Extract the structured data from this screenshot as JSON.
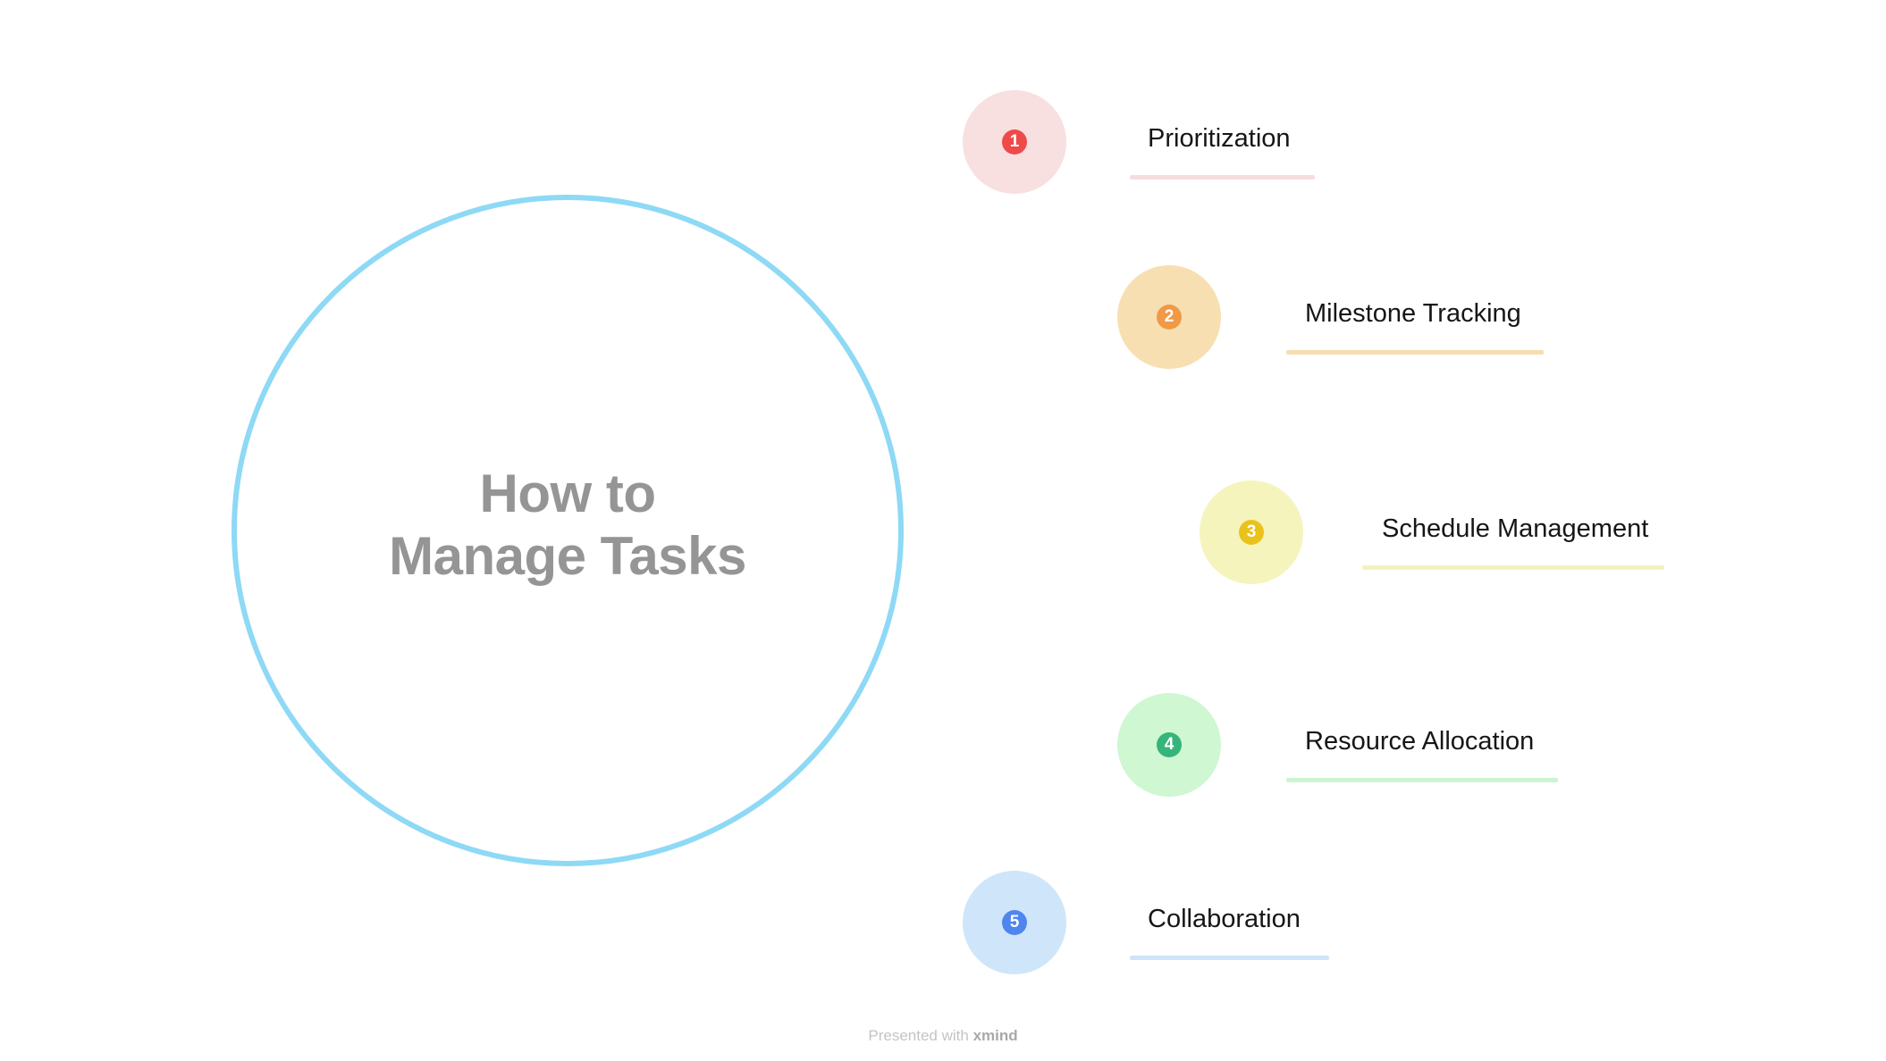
{
  "center": {
    "line1": "How to",
    "line2": "Manage Tasks"
  },
  "topics": [
    {
      "number": "1",
      "label": "Prioritization",
      "bubble_color": "#f8dfe0",
      "badge_color": "#ef4a4a",
      "underline_color": "#f7dcdd"
    },
    {
      "number": "2",
      "label": "Milestone Tracking",
      "bubble_color": "#f8dfb2",
      "badge_color": "#f09a47",
      "underline_color": "#f6dcaf"
    },
    {
      "number": "3",
      "label": "Schedule Management",
      "bubble_color": "#f5f4bd",
      "badge_color": "#eac21c",
      "underline_color": "#f3f2bf"
    },
    {
      "number": "4",
      "label": "Resource Allocation",
      "bubble_color": "#cef7d2",
      "badge_color": "#35b57a",
      "underline_color": "#cdf4d2"
    },
    {
      "number": "5",
      "label": "Collaboration",
      "bubble_color": "#cfe5fa",
      "badge_color": "#4f86ee",
      "underline_color": "#cfe4f8"
    }
  ],
  "footer": {
    "prefix": "Presented with",
    "brand": "xmind"
  }
}
